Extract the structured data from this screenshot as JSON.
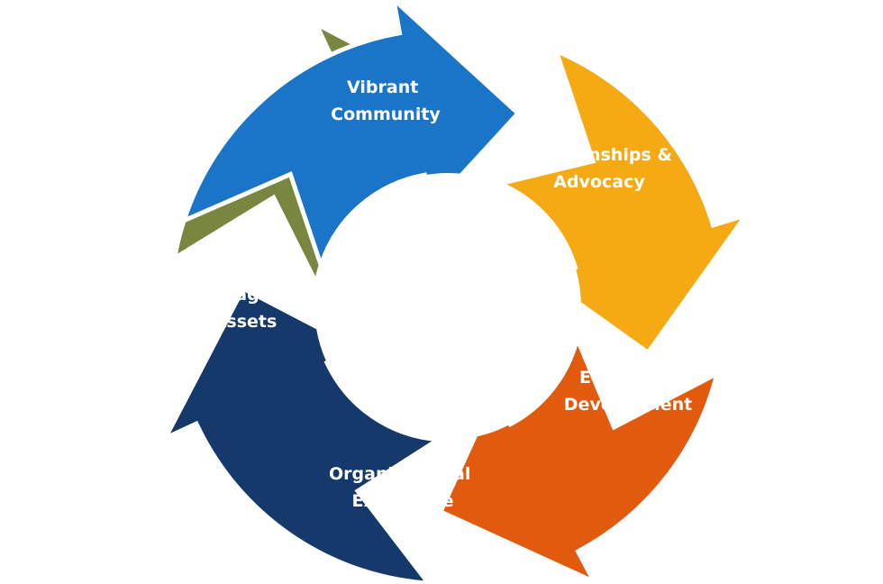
{
  "segments": [
    {
      "id": "vibrant-community",
      "line1": "Vibrant",
      "line2": "Community",
      "color": "#1a75c9"
    },
    {
      "id": "relationships-advocacy",
      "line1": "Relationships &",
      "line2": "Advocacy",
      "color": "#f5a913"
    },
    {
      "id": "economic-development",
      "line1": "Economic",
      "line2": "Development",
      "color": "#e25a0d"
    },
    {
      "id": "organizational-excellence",
      "line1": "Organizational",
      "line2": "Excellence",
      "color": "#15396a"
    },
    {
      "id": "managing-assets",
      "line1": "Managing",
      "line2": "Assets",
      "color": "#788640"
    }
  ],
  "center_color": "#ffffff",
  "cycle_direction": "clockwise"
}
